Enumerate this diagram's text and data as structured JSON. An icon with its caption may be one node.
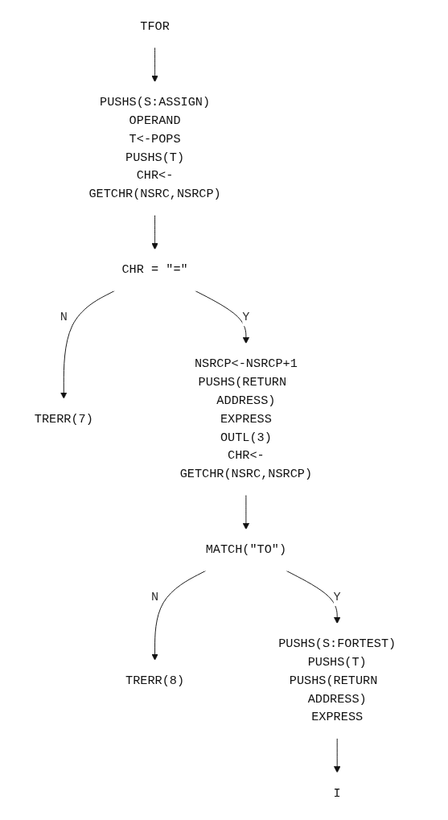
{
  "diagram": {
    "nodes": [
      {
        "text": [
          "TFOR"
        ]
      },
      {
        "text": [
          "PUSHS(S:ASSIGN)",
          "OPERAND",
          "T<-POPS",
          "PUSHS(T)",
          "CHR<-GETCHR(NSRC,NSRCP)"
        ]
      },
      {
        "text": [
          "CHR = \"=\""
        ]
      },
      {
        "text": [
          "TRERR(7)"
        ]
      },
      {
        "text": [
          "NSRCP<-NSRCP+1",
          "PUSHS(RETURN ADDRESS)",
          "EXPRESS",
          "OUTL(3)",
          "CHR<-GETCHR(NSRC,NSRCP)"
        ]
      },
      {
        "text": [
          "MATCH(\"TO\")"
        ]
      },
      {
        "text": [
          "TRERR(8)"
        ]
      },
      {
        "text": [
          "PUSHS(S:FORTEST)",
          "PUSHS(T)",
          "PUSHS(RETURN ADDRESS)",
          "EXPRESS"
        ]
      },
      {
        "text": [
          "I"
        ]
      }
    ],
    "edges": [
      {
        "from": 0,
        "to": 1,
        "arrow": "to"
      },
      {
        "from": 1,
        "to": 2,
        "arrow": "to"
      },
      {
        "from": 2,
        "to": 3,
        "arrow": "to",
        "label": "N"
      },
      {
        "from": 2,
        "to": 4,
        "arrow": "to",
        "label": "Y"
      },
      {
        "from": 4,
        "to": 5,
        "arrow": "to"
      },
      {
        "from": 5,
        "to": 6,
        "arrow": "to",
        "label": "N"
      },
      {
        "from": 5,
        "to": 7,
        "arrow": "to",
        "label": "Y"
      },
      {
        "from": 7,
        "to": 8,
        "arrow": "to"
      }
    ]
  }
}
